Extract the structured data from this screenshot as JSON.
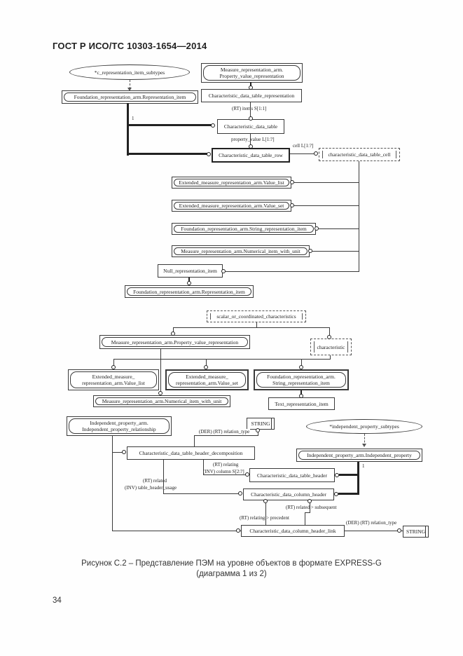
{
  "page": {
    "header": "ГОСТ Р ИСО/ТС 10303-1654—2014",
    "caption_line1": "Рисунок С.2 – Представление ПЭМ на уровне объектов в формате EXPRESS-G",
    "caption_line2": "(диаграмма 1 из 2)",
    "page_number": "34"
  },
  "nodes": {
    "c_repr_subtypes": {
      "label": "*c_representation_item_subtypes"
    },
    "measure_pvr_top": {
      "label1": "Measure_representation_arm.",
      "label2": "Property_value_representation"
    },
    "foundation_repr_top": {
      "label": "Foundation_representation_arm.Representation_item"
    },
    "cdt_representation": {
      "label": "Characteristic_data_table_representation"
    },
    "cdt": {
      "label": "Characteristic_data_table"
    },
    "cdt_row": {
      "label": "Characteristic_data_table_row"
    },
    "cdt_cell": {
      "label": "characteristic_data_table_cell"
    },
    "value_list_top": {
      "label": "Extended_measure_representation_arm.Value_list"
    },
    "value_set_top": {
      "label": "Extended_measure_representation_arm.Value_set"
    },
    "string_repr_top": {
      "label": "Foundation_representation_arm.String_representation_item"
    },
    "numerical_top": {
      "label": "Measure_representation_arm.Numerical_item_with_unit"
    },
    "null_repr": {
      "label": "Null_representation_item"
    },
    "foundation_repr_mid": {
      "label": "Foundation_representation_arm.Representation_item"
    },
    "scalar_or_coord": {
      "label": "scalar_or_coordinated_characteristics"
    },
    "measure_pvr_mid": {
      "label": "Measure_representation_arm.Property_value_representation"
    },
    "characteristic": {
      "label": "characteristic"
    },
    "value_list_mid": {
      "label1": "Extended_measure_",
      "label2": "representation_arm.Value_list"
    },
    "value_set_mid": {
      "label1": "Extended_measure_",
      "label2": "representation_arm.Value_set"
    },
    "string_repr_mid": {
      "label1": "Foundation_representation_arm.",
      "label2": "String_representation_item"
    },
    "numerical_mid": {
      "label": "Measure_representation_arm.Numerical_item_with_unit"
    },
    "text_repr": {
      "label": "Text_representation_item"
    },
    "ipa_relationship": {
      "label1": "Independent_property_arm.",
      "label2": "Independent_property_relationship"
    },
    "string_1": {
      "label": "STRING"
    },
    "independent_subtypes": {
      "label": "*independent_property_subtypes"
    },
    "cdt_header_decomposition": {
      "label": "Characteristic_data_table_header_decomposition"
    },
    "ipa_independent_property": {
      "label": "Independent_property_arm.Independent_property"
    },
    "cdt_header": {
      "label": "Characteristic_data_table_header"
    },
    "cd_column_header": {
      "label": "Characteristic_data_column_header"
    },
    "cd_column_header_link": {
      "label": "Characteristic_data_column_header_link"
    },
    "string_2": {
      "label": "STRING"
    }
  },
  "edge_labels": {
    "items": "(RT) items S[1:1]",
    "one_top": "1",
    "property_value": "property_value L[1:?]",
    "cell": "cell L[1:?]",
    "relation_type_1": "(DER) (RT) relation_type",
    "relating": "(RT) relating",
    "column": "(INV) column S[2:?]",
    "one_bottom": "1",
    "related": "(RT) related",
    "table_header_usage": "(INV) table_header_usage",
    "related_subsequent": "(RT) related > subsequent",
    "relating_precedent": "(RT) relating > precedent",
    "relation_type_2": "(DER) (RT) relation_type"
  }
}
